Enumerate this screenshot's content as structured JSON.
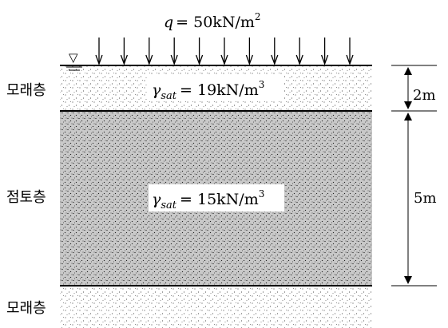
{
  "load": {
    "symbol": "q",
    "value": "= 50kN/m",
    "exp": "2",
    "arrow_count": 11
  },
  "layers": [
    {
      "label": "모래층",
      "gamma_symbol": "γ",
      "gamma_sub": "sat",
      "gamma_value": "= 19kN/m",
      "gamma_exp": "3",
      "fill": "#ffffff"
    },
    {
      "label": "점토층",
      "gamma_symbol": "γ",
      "gamma_sub": "sat",
      "gamma_value": "= 15kN/m",
      "gamma_exp": "3",
      "fill": "#c9c9c9"
    },
    {
      "label": "모래층",
      "fill": "#ffffff"
    }
  ],
  "dimensions": [
    {
      "label": "2m"
    },
    {
      "label": "5m"
    }
  ],
  "water_table_symbol": "▽"
}
